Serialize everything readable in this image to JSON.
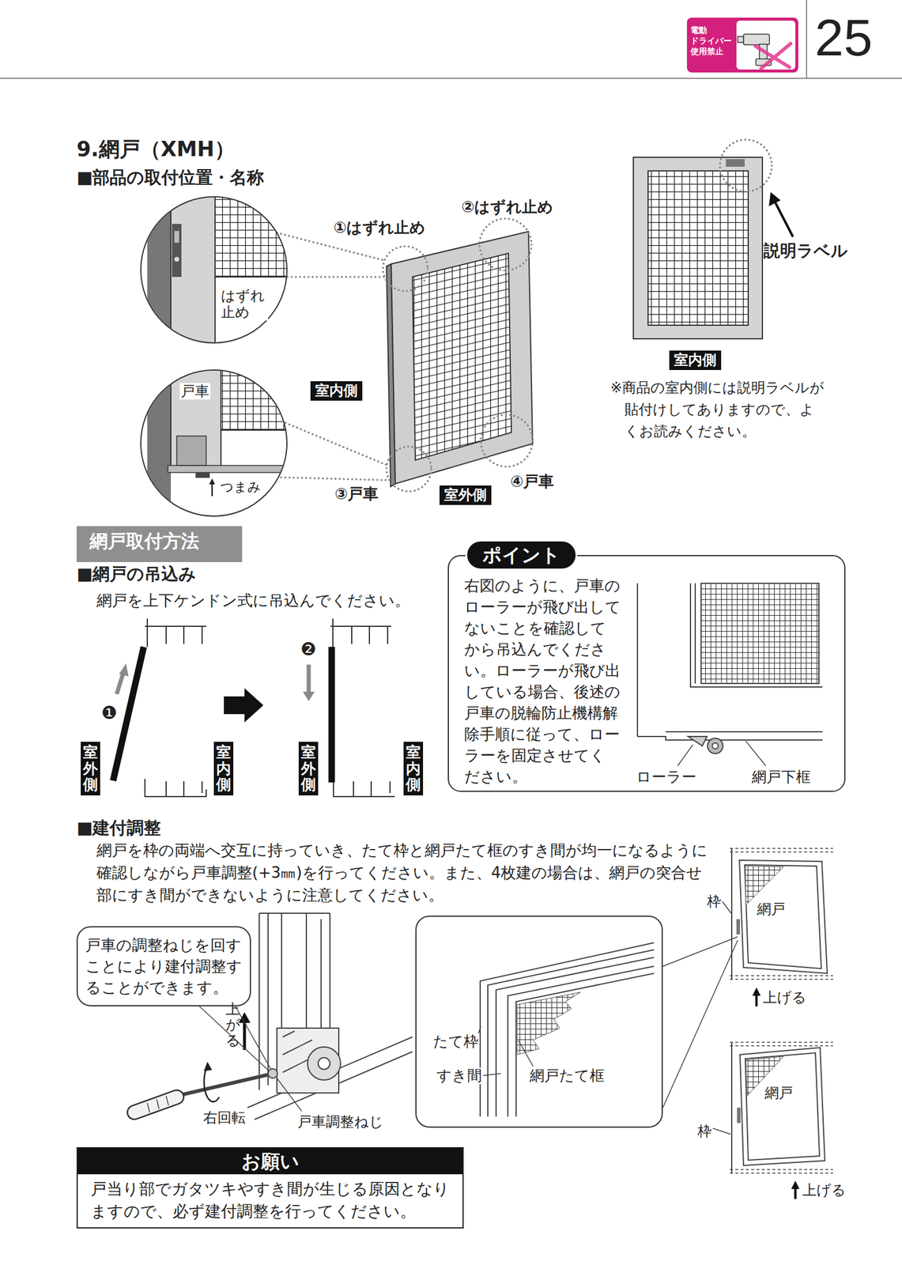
{
  "diagram": {
    "title": "9.網戸（XMH）",
    "nodes": [
      {
        "text": [
          "電動 ドライバー 使用禁止"
        ]
      },
      {
        "text": [
          "はずれ 止め"
        ]
      },
      {
        "text": [
          "戸車",
          "つまみ"
        ]
      },
      {
        "text": [
          "室内側"
        ]
      },
      {
        "text": [
          "室外側"
        ]
      },
      {
        "text": [
          "室内側"
        ]
      },
      {
        "text": [
          "網戸取付方法"
        ]
      },
      {
        "text": [
          "室外側"
        ]
      },
      {
        "text": [
          "室内側"
        ]
      },
      {
        "text": [
          "室外側"
        ]
      },
      {
        "text": [
          "室内側"
        ]
      },
      {
        "text": [
          "ポイント",
          "右図のように、戸車のローラーが飛び出してないことを確認してから吊込んでください。ローラーが飛び出している場合、後述の戸車の脱輪防止機構解除手順に従って、ローラーを固定させてください。"
        ]
      },
      {
        "text": [
          "戸車の調整ねじを回すことにより建付調整することができます。"
        ]
      },
      {
        "text": [
          "たて枠",
          "すき間",
          "網戸たて框"
        ]
      },
      {
        "text": [
          "お願い",
          "戸当り部でガタツキやすき間が生じる原因となりますので、必ず建付調整を行ってください。"
        ]
      }
    ],
    "labels": [
      "25",
      "■部品の取付位置・名称",
      "①はずれ止め",
      "②はずれ止め",
      "説明ラベル",
      "③戸車",
      "④戸車",
      "※商品の室内側には説明ラベルが貼付けしてありますので、よくお読みください。",
      "■網戸の吊込み",
      "網戸を上下ケンドン式に吊込んでください。",
      "❶",
      "❷",
      "ローラー",
      "網戸下框",
      "■建付調整",
      "網戸を枠の両端へ交互に持っていき、たて枠と網戸たて框のすき間が均一になるように確認しながら戸車調整(+3㎜)を行ってください。また、4枚建の場合は、網戸の突合せ部にすき間ができないように注意してください。",
      "上がる",
      "右回転",
      "戸車調整ねじ",
      "枠",
      "網戸",
      "上げる",
      "網戸",
      "枠",
      "上げる"
    ]
  }
}
